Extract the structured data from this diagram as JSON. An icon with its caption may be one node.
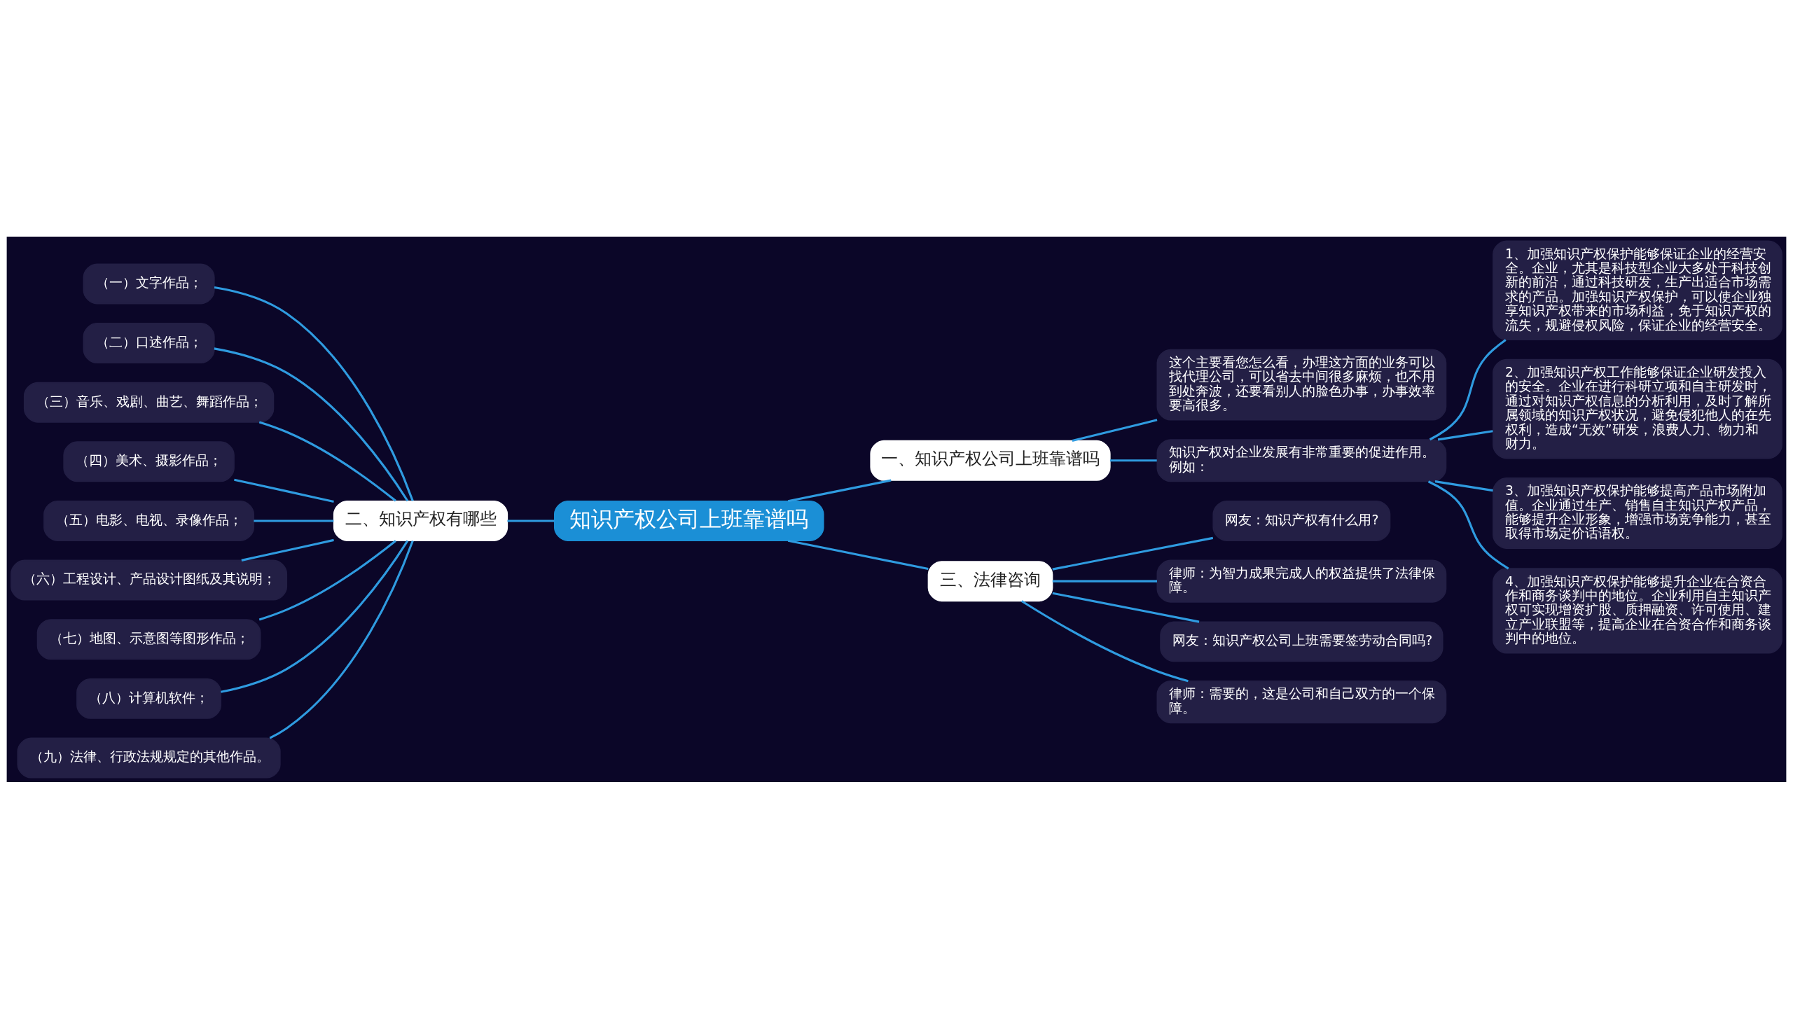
{
  "diagram": {
    "nodes": [
      {
        "text": [
          "知识产权公司上班靠谱吗"
        ]
      },
      {
        "text": [
          "一、知识产权公司上班靠谱吗"
        ]
      },
      {
        "text": [
          "这个主要看您怎么看，办理这方面的业务可以找代理公司，可以省去中间很多麻烦，也不用到处奔波，还要看别人的脸色办事，办事效率要高很多。"
        ]
      },
      {
        "text": [
          "知识产权对企业发展有非常重要的促进作用。例如："
        ]
      },
      {
        "text": [
          "1、加强知识产权保护能够保证企业的经营安全。企业，尤其是科技型企业大多处于科技创新的前沿，通过科技研发，生产出适合市场需求的产品。加强知识产权保护，可以使企业独享知识产权带来的市场利益，免于知识产权的流失，规避侵权风险，保证企业的经营安全。"
        ]
      },
      {
        "text": [
          "2、加强知识产权工作能够保证企业研发投入的安全。企业在进行科研立项和自主研发时，通过对知识产权信息的分析利用，及时了解所属领域的知识产权状况，避免侵犯他人的在先权利，造成“无效”研发，浪费人力、物力和财力。"
        ]
      },
      {
        "text": [
          "3、加强知识产权保护能够提高产品市场附加值。企业通过生产、销售自主知识产权产品，能够提升企业形象，增强市场竞争能力，甚至取得市场定价话语权。"
        ]
      },
      {
        "text": [
          "4、加强知识产权保护能够提升企业在合资合作和商务谈判中的地位。企业利用自主知识产权可实现增资扩股、质押融资、许可使用、建立产业联盟等，提高企业在合资合作和商务谈判中的地位。"
        ]
      },
      {
        "text": [
          "二、知识产权有哪些"
        ]
      },
      {
        "text": [
          "（一）文字作品；"
        ]
      },
      {
        "text": [
          "（二）口述作品；"
        ]
      },
      {
        "text": [
          "（三）音乐、戏剧、曲艺、舞蹈作品；"
        ]
      },
      {
        "text": [
          "（四）美术、摄影作品；"
        ]
      },
      {
        "text": [
          "（五）电影、电视、录像作品；"
        ]
      },
      {
        "text": [
          "（六）工程设计、产品设计图纸及其说明；"
        ]
      },
      {
        "text": [
          "（七）地图、示意图等图形作品；"
        ]
      },
      {
        "text": [
          "（八）计算机软件；"
        ]
      },
      {
        "text": [
          "（九）法律、行政法规规定的其他作品。"
        ]
      },
      {
        "text": [
          "三、法律咨询"
        ]
      },
      {
        "text": [
          "网友：知识产权有什么用?"
        ]
      },
      {
        "text": [
          "律师：为智力成果完成人的权益提供了法律保障。"
        ]
      },
      {
        "text": [
          "网友：知识产权公司上班需要签劳动合同吗?"
        ]
      },
      {
        "text": [
          "律师：需要的，这是公司和自己双方的一个保障。"
        ]
      }
    ],
    "edges": [
      {
        "from": 0,
        "to": 1,
        "arrow": "none"
      },
      {
        "from": 1,
        "to": 2,
        "arrow": "none"
      },
      {
        "from": 1,
        "to": 3,
        "arrow": "none"
      },
      {
        "from": 3,
        "to": 4,
        "arrow": "none"
      },
      {
        "from": 3,
        "to": 5,
        "arrow": "none"
      },
      {
        "from": 3,
        "to": 6,
        "arrow": "none"
      },
      {
        "from": 3,
        "to": 7,
        "arrow": "none"
      },
      {
        "from": 0,
        "to": 8,
        "arrow": "none"
      },
      {
        "from": 8,
        "to": 9,
        "arrow": "none"
      },
      {
        "from": 8,
        "to": 10,
        "arrow": "none"
      },
      {
        "from": 8,
        "to": 11,
        "arrow": "none"
      },
      {
        "from": 8,
        "to": 12,
        "arrow": "none"
      },
      {
        "from": 8,
        "to": 13,
        "arrow": "none"
      },
      {
        "from": 8,
        "to": 14,
        "arrow": "none"
      },
      {
        "from": 8,
        "to": 15,
        "arrow": "none"
      },
      {
        "from": 8,
        "to": 16,
        "arrow": "none"
      },
      {
        "from": 8,
        "to": 17,
        "arrow": "none"
      },
      {
        "from": 0,
        "to": 18,
        "arrow": "none"
      },
      {
        "from": 18,
        "to": 19,
        "arrow": "none"
      },
      {
        "from": 18,
        "to": 20,
        "arrow": "none"
      },
      {
        "from": 18,
        "to": 21,
        "arrow": "none"
      },
      {
        "from": 18,
        "to": 22,
        "arrow": "none"
      }
    ]
  }
}
